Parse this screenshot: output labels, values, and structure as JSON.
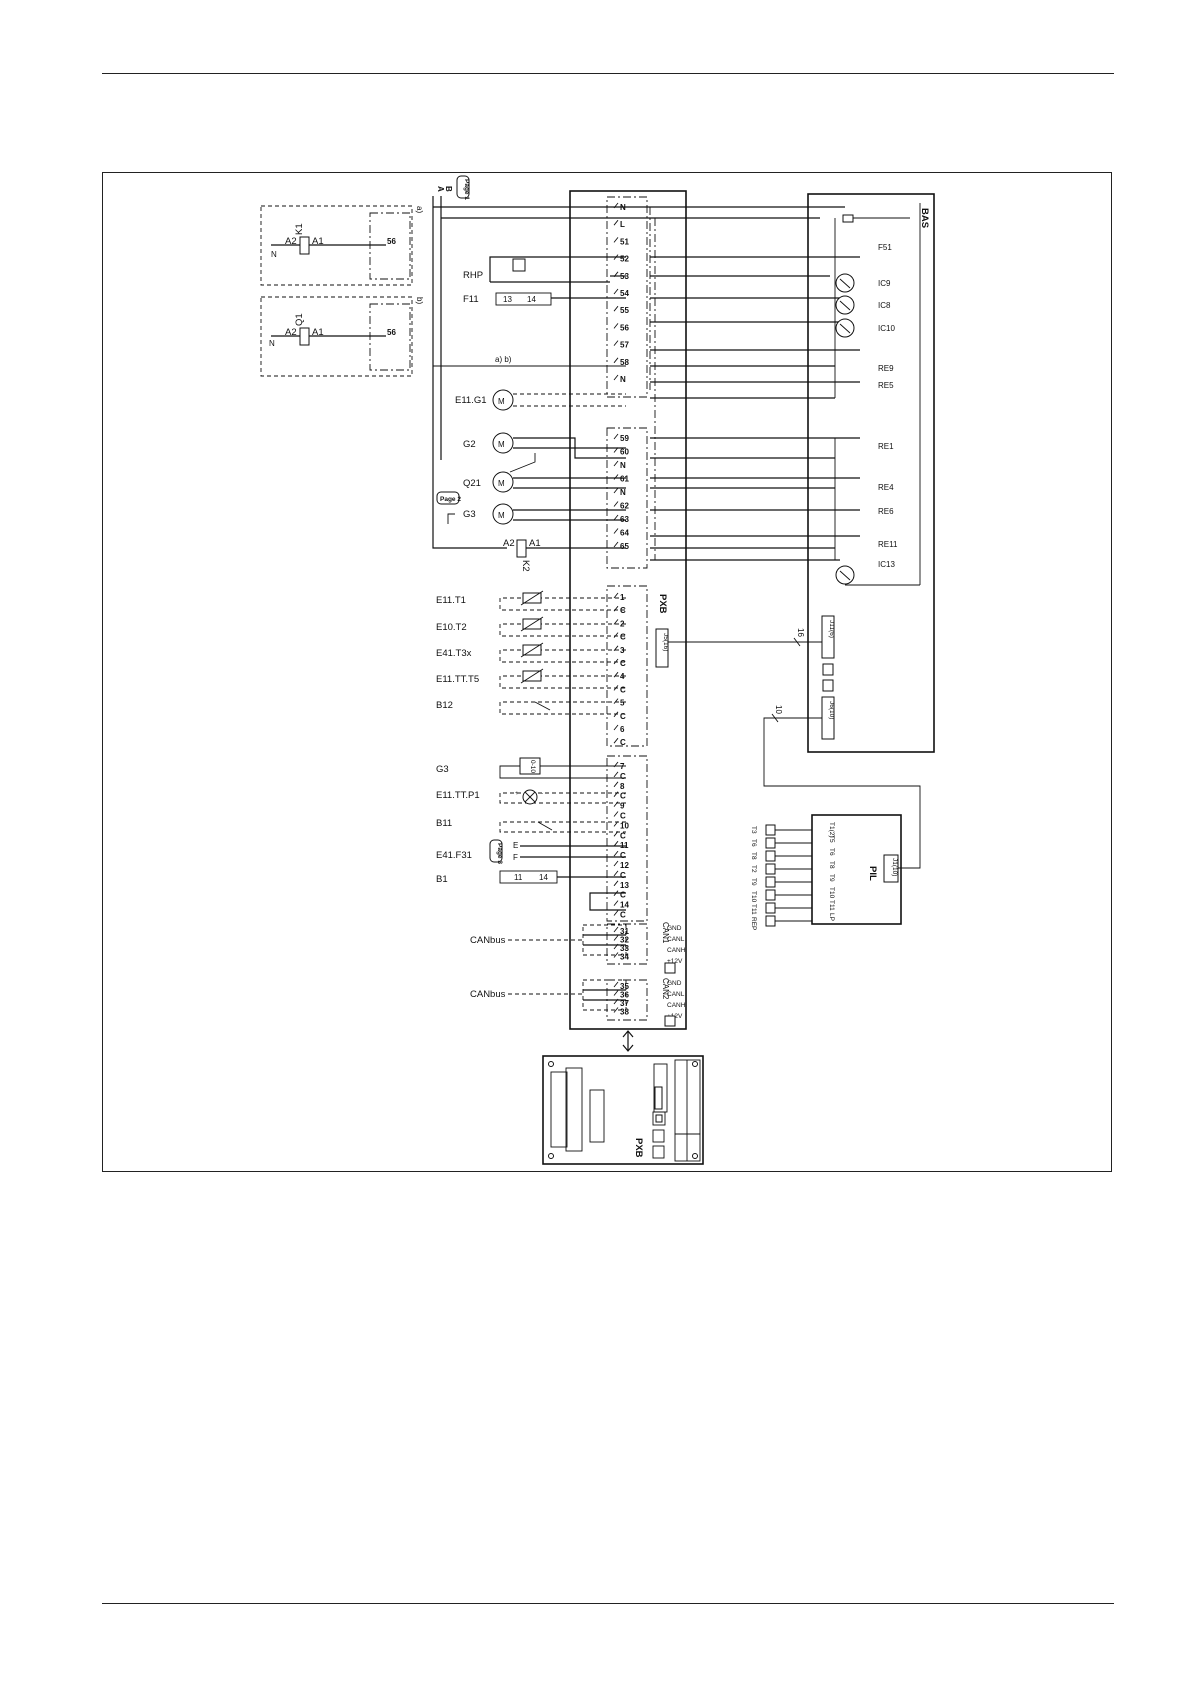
{
  "left_labels": {
    "RHP": "RHP",
    "F11": "F11",
    "E11G1": "E11.G1",
    "G2": "G2",
    "Q21": "Q21",
    "G3": "G3",
    "E11T1": "E11.T1",
    "E10T2": "E10.T2",
    "E41T3x": "E41.T3x",
    "E11TTT5": "E11.TT.T5",
    "B12": "B12",
    "G3b": "G3",
    "E11TTP1": "E11.TT.P1",
    "B11": "B11",
    "E41F31": "E41.F31",
    "B1": "B1",
    "CAN1": "CANbus",
    "CAN2": "CANbus"
  },
  "relays": {
    "K1": "K1",
    "Q1": "Q1",
    "K2": "K2",
    "A1": "A1",
    "A2": "A2",
    "N": "N",
    "term56": "56",
    "a": "a)",
    "b": "b)",
    "ab": "a) b)"
  },
  "pages": {
    "p1": "Page 1",
    "p2": "Page 2",
    "p3": "Page 3"
  },
  "wires": {
    "A": "A",
    "B": "B",
    "c13": "13",
    "c14": "14",
    "E": "E",
    "F": "F",
    "b11": "11",
    "b14": "14",
    "n16": "16",
    "n10": "10"
  },
  "motor_symbol": "M",
  "terminals_top": [
    "N",
    "L",
    "51",
    "52",
    "53",
    "54",
    "55",
    "56",
    "57",
    "58",
    "N"
  ],
  "terminals_mid": [
    "59",
    "60",
    "N",
    "61",
    "N",
    "62",
    "63",
    "64",
    "65"
  ],
  "terminals_sensor": [
    "1",
    "C",
    "2",
    "C",
    "3",
    "C",
    "4",
    "C",
    "5",
    "C",
    "6",
    "C"
  ],
  "terminals_io": [
    "7",
    "C",
    "8",
    "C",
    "9",
    "C",
    "10",
    "C",
    "11",
    "C",
    "12",
    "C",
    "13",
    "C",
    "14",
    "C"
  ],
  "terminals_can1": [
    "31",
    "32",
    "33",
    "34"
  ],
  "terminals_can2": [
    "35",
    "36",
    "37",
    "38"
  ],
  "can_labels": {
    "can1": "CAN1",
    "can2": "CAN2"
  },
  "can_signals": [
    "GND",
    "CANL",
    "CANH",
    "+12V"
  ],
  "bas": {
    "title": "BAS",
    "items": [
      "F51",
      "IC9",
      "IC8",
      "IC10",
      "RE9",
      "RE5",
      "RE1",
      "RE4",
      "RE6",
      "RE11",
      "IC13"
    ],
    "conn1": "J11(6)",
    "conn2": "J6(10)"
  },
  "pxb_label": "PXB",
  "pxb_conn": "J5(16)",
  "pxb_board_label": "PXB",
  "pil": {
    "title": "PIL",
    "conn": "J1(10)",
    "left": [
      "T3",
      "T6",
      "T8",
      "T2",
      "T9",
      "T10",
      "T11",
      "REP"
    ],
    "right": [
      "T1(2)",
      "T5",
      "T6",
      "T8",
      "T9",
      "T10",
      "T11",
      "LP"
    ]
  },
  "g3_part": "0-10",
  "pm": {
    "plus": "+",
    "minus": "-"
  }
}
